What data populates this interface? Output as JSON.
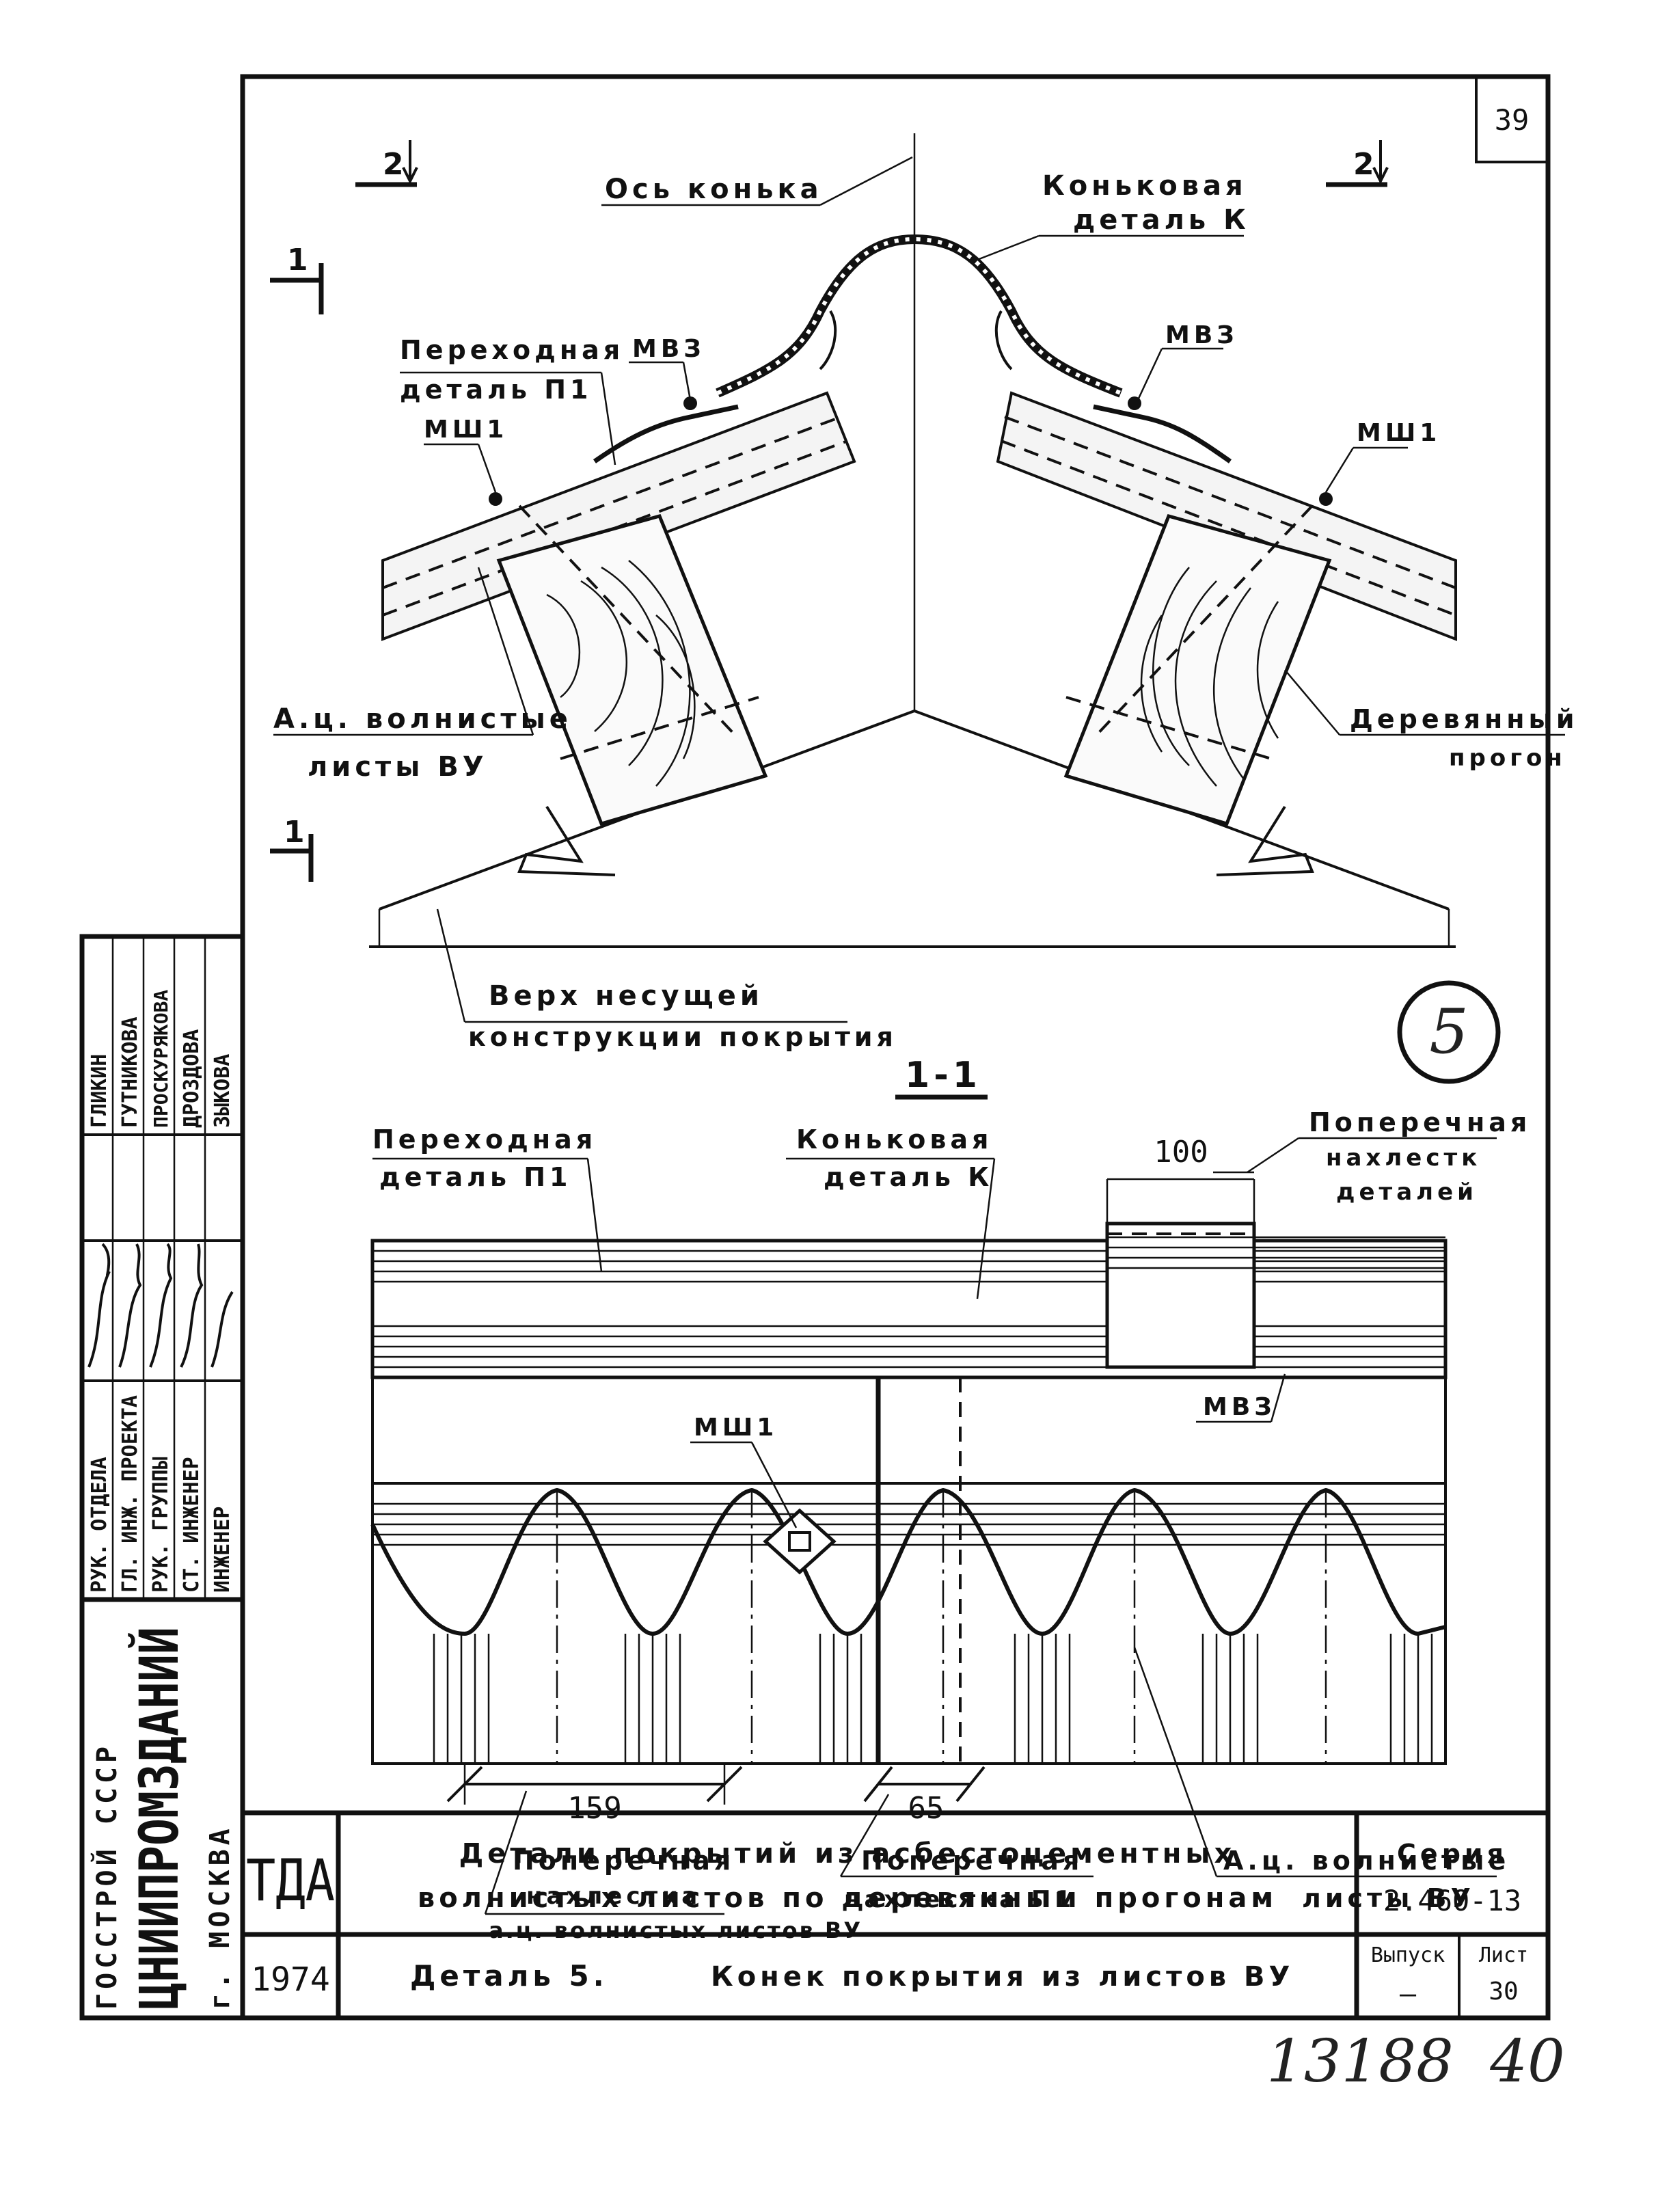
{
  "sheet": {
    "page_number": "39",
    "circle_mark": "5",
    "handwritten_bottom": "13188",
    "handwritten_bottom_right": "40"
  },
  "top_view": {
    "section_mark_2_left": "2",
    "section_mark_2_right": "2",
    "section_mark_1_top": "1",
    "section_mark_1_bottom": "1",
    "ridge_axis": "Ось конька",
    "ridge_piece_1": "Коньковая",
    "ridge_piece_2": "деталь К",
    "transition_1": "Переходная",
    "transition_2": "деталь П1",
    "mvz_left": "МВЗ",
    "mvz_right": "МВЗ",
    "msh_left": "МШ1",
    "msh_right": "МШ1",
    "wavy_left_1": "А.ц. волнистые",
    "wavy_left_2": "листы ВУ",
    "purlin_1": "Деревянный",
    "purlin_2": "прогон",
    "support_1": "Верх несущей",
    "support_2": "конструкции покрытия"
  },
  "section_view": {
    "title": "1-1",
    "transition_1": "Переходная",
    "transition_2": "деталь П1",
    "ridge_1": "Коньковая",
    "ridge_2": "деталь К",
    "dim_100": "100",
    "overlap_parts_1": "Поперечная",
    "overlap_parts_2": "нахлестк",
    "overlap_parts_3": "деталей",
    "mvz": "МВЗ",
    "msh": "МШ1",
    "dim_159": "159",
    "dim_65": "65",
    "overlap_sheets_1": "Поперечная",
    "overlap_sheets_2": "нахлестка",
    "overlap_sheets_3": "а.ц. волнистых листов ВУ",
    "overlap_p1_1": "Поперечная",
    "overlap_p1_2": "нахлестка П1",
    "wavy_1": "А.ц. волнистые",
    "wavy_2": "листы ВУ"
  },
  "side_stamp": {
    "org_1": "ГОССТРОЙ  СССР",
    "org_2": "ЦНИИПРОМЗДАНИЙ",
    "org_3": "г. МОСКВА",
    "roles": [
      "РУК. ОТДЕЛА",
      "ГЛ. ИНЖ. ПРОЕКТА",
      "РУК. ГРУППЫ",
      "СТ. ИНЖЕНЕР",
      "ИНЖЕНЕР"
    ],
    "names": [
      "ГЛИКИН",
      "ГУТНИКОВА",
      "ПРОСКУРЯКОВА",
      "ДРОЗДОВА",
      "ЗЫКОВА"
    ]
  },
  "title_block": {
    "code": "ТДА",
    "year": "1974",
    "title_1": "Детали покрытий из асбестоцементных",
    "title_2": "волнистых листов по деревянным прогонам",
    "detail_label": "Деталь 5.",
    "detail_text": "Конек покрытия из листов ВУ",
    "series_label": "Серия",
    "series_value": "2.460-13",
    "issue_label": "Выпуск",
    "issue_value": "—",
    "sheet_label": "Лист",
    "sheet_value": "30"
  }
}
